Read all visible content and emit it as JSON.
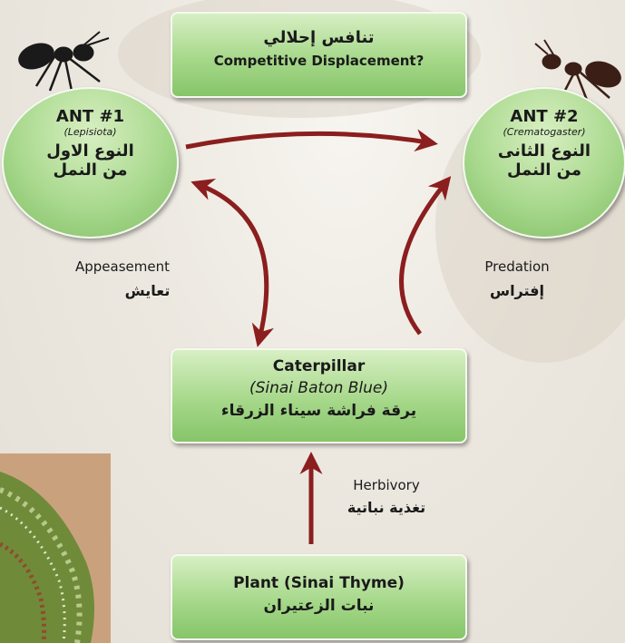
{
  "top_box": {
    "arabic": "تنافس إحلالي",
    "english": "Competitive Displacement?"
  },
  "ant1": {
    "title": "ANT #1",
    "genus": "(Lepisiota)",
    "arabic_line1": "النوع الاول",
    "arabic_line2": "من النمل"
  },
  "ant2": {
    "title": "ANT #2",
    "genus": "(Crematogaster)",
    "arabic_line1": "النوع الثانى",
    "arabic_line2": "من النمل"
  },
  "appeasement": {
    "english": "Appeasement",
    "arabic": "تعايش"
  },
  "predation": {
    "english": "Predation",
    "arabic": "إفتراس"
  },
  "caterpillar": {
    "english": "Caterpillar",
    "species": "(Sinai Baton Blue)",
    "arabic": "يرقة فراشة سيناء الزرقاء"
  },
  "herbivory": {
    "english": "Herbivory",
    "arabic": "تغذية نباتية"
  },
  "plant": {
    "english": "Plant (Sinai Thyme)",
    "arabic": "نبات الزعتيران"
  },
  "colors": {
    "arrow": "#8b1e1e",
    "box_green": "#a6d88a"
  }
}
